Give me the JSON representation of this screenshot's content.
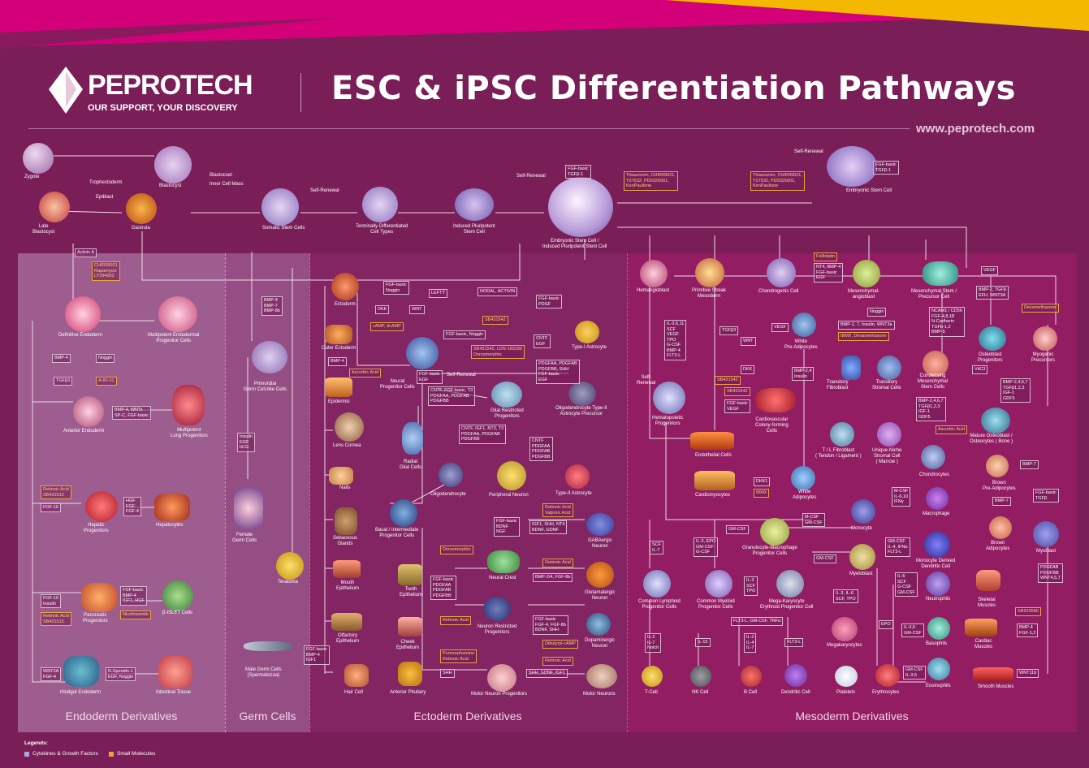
{
  "header": {
    "brand": "PEPROTECH",
    "tagline": "OUR SUPPORT, YOUR DISCOVERY",
    "title": "ESC & iPSC Differentiation Pathways",
    "url": "www.peprotech.com"
  },
  "colors": {
    "background": "#7a1e58",
    "accent_pink": "#d4007a",
    "accent_yellow": "#f5b800",
    "small_molecule": "#e8a63a"
  },
  "sections": [
    "Endoderm Derivatives",
    "Germ Cells",
    "Ectoderm Derivatives",
    "Mesoderm Derivatives"
  ],
  "legend": {
    "title": "Legends:",
    "cytokines": "Cytokines & Growth Factors",
    "small_molecules": "Small Molecules"
  },
  "top": {
    "zygote": "Zygote",
    "late_blastocyst": "Late\nBlastocyst",
    "blastocyst": "Blastocyst",
    "blastocoel": "Blastocoel",
    "inner_cell_mass": "Inner Cell Mass",
    "trophectoderm": "Trophectoderm",
    "epiblast": "Epiblast",
    "gastrula": "Gastrula",
    "somatic": "Somatic Stem Cells",
    "self_renewal": "Self-Renewal",
    "terminal": "Terminally Differentiated\nCell Types",
    "ipsc": "Induced Pluripotent\nStem Cell",
    "esc_center": "Embryonic Stem Cell /\nInduced Pluripotent Stem Cell",
    "esc_right": "Embryonic Stem Cell",
    "fgf_tgf": "FGF-basic\nTGFβ-1",
    "sm_center": "Thiazovivin, CHIR99021,\nY27632, PD0325901,\nKenPaullone",
    "sm_right": "Thiazovivin, CHIR99021,\nY27632, PD0325901,\nKenPaullone"
  },
  "endoderm": {
    "activin": "Activin A",
    "sm1": "CHIR99021\nRapamycin\nLY294002",
    "definitive": "Definitive Endoderm",
    "multipotent": "Multipotent Endodermal\nProgenitor Cells",
    "bmp4": "BMP-4",
    "noggin": "Noggin",
    "tgfb": "TGFβ3",
    "a8301": "A-83-01",
    "anterior": "Anterior Endoderm",
    "anterior_f": "BMP-4, WNTs\nSP-C, FGF-basic",
    "lung": "Multipotent\nLung Progenitors",
    "ra": "Retinoic Acid\nSB431513",
    "fgf10": "FGF-10",
    "hepatic": "Hepatic\nProgenitors",
    "hgf": "HGF\nEGF\nFGF-4",
    "hepatocytes": "Hepatocytes",
    "fgf10b": "FGF-10\nInsulin",
    "ra2": "Retinoic Acid\nSB431513",
    "pancreatic": "Pancreatic\nProgenitors",
    "fgf_basic": "FGF-basic\nBMP-4\nIGF1, HGF",
    "nicotinamide": "Nicotinamide",
    "beta": "β-ISLET Cells",
    "wnt": "WNT3A\nFGF-4",
    "hindgut": "Hindgut Endoderm",
    "rspondin": "R-Spondin-1\nEGF, Noggin",
    "intestinal": "Intestinal Tissue"
  },
  "germ": {
    "bmp": "BMP-4\nBMP-7\nBMP-8b",
    "primordial": "Primordial\nGerm Cell-like Cells",
    "insulin": "Insulin\nEGF\nhCG",
    "female": "Female\nGerm Cells",
    "teratoma": "Teratoma",
    "male": "Male Germ Cells\n(Spermatozoa)"
  },
  "ectoderm": {
    "fgf_noggin": "FGF-basic\nNoggin",
    "lefty": "LEFTY",
    "nodal": "NODAL, ACTIVIN",
    "sb": "SB431542",
    "dkk": "DKK",
    "wnt": "WNT",
    "ectoderm": "Ectoderm",
    "camp": "cAMP, dcAMP",
    "outer": "Outer Ectoderm",
    "fgf_noggin2": "FGF-basic, Noggin",
    "bmp4": "BMP-4",
    "ascorbic": "Ascorbic Acid",
    "epidermis": "Epidermis",
    "egf": "FGF-basic\nEGF",
    "self": "Self-Renewal",
    "neural": "Neural\nProgenitor Cells",
    "sb2": "SB431542, LDN-193189\nDorsomorphin",
    "fgf_pdgf": "FGF-basic\nPDGF",
    "cntf": "CNTF\nEGF",
    "type1": "Type-I Astrocyte",
    "glial_f": "CNTF, FGF-basic, T3\nPDGFAA, PDGFAB\nPDGFBB",
    "glial": "Glial Restricted\nProgenitors",
    "pdgfaa": "PDGFAA, PDGFAB\nPDGFBB, SHH\nFGF-basic\nEGF",
    "oligo_prec": "Oligodendrocyte Type-II\nAstrocyte Precursor",
    "lens": "Lens Cornea",
    "radial": "Radial\nGlial Cells",
    "cntf2": "CNTF, IGF1, NT3, T3\nPDGFAA, PDGFAB\nPDGFBB",
    "pdgf3": "CNTF\nPDGFAA\nPDGFAB\nPDGFBB",
    "nails": "Nails",
    "oligodendrocyte": "Oligodendrocyte",
    "peripheral": "Peripheral Neuron",
    "type2": "Type-II Astrocyte",
    "sebaceous": "Sebaceous\nGlands",
    "basal": "Basal / Intermediate\nProgenitor Cells",
    "fgf_bdnf": "FGF-basic\nBDNF\nNGF",
    "ra_valproic": "Retinoic Acid\nValproic Acid",
    "igf": "IGF1, SHH, NT4\nBDNF, GDNF",
    "gaba": "GABAergic\nNeuron",
    "mouth": "Mouth\nEpithelium",
    "dorso": "Dorsomorphin",
    "crest": "Neural Crest",
    "ra2": "Retinoic Acid",
    "pdgf_tooth": "FGF-basic\nPDGFAA\nPDGFAB\nPDGFBB",
    "tooth": "Tooth\nEpithelium",
    "bmp24": "BMP-2/4, FGF-8b",
    "glut": "Glutamatergic\nNeuron",
    "olfactory": "Olfactory\nEpithelium",
    "ra3": "Retinoic Acid",
    "neuron_rest": "Neuron Restricted\nProgenitors",
    "fgf4": "FGF-basic\nFGF-4, FGF-8b\nBDNF, SHH",
    "dopa": "Dopaminergic\nNeuron",
    "dibutyryl": "Dibutyryl-cAMP",
    "cheek": "Cheek\nEpithelium",
    "fgf_bmp": "FGF-basic\nBMP-4\nIGF1",
    "purmo": "Purmorphamine\nRetinoic Acid",
    "ra4": "Retinoic Acid",
    "shh": "SHH",
    "shh2": "SHH, GDNF, IGF1",
    "hair": "Hair Cell",
    "pituitary": "Anterior Pituitary",
    "motor_prog": "Motor Neuron Progenitors",
    "motor": "Motor Neurons"
  },
  "mesoderm": {
    "hemangioblast": "Hemangioblast",
    "primitive": "Primitive Streak\nMesoderm",
    "chondrogenic": "Chondrogenic Cell",
    "follistatin": "Follistatin",
    "nt4": "NT4, BMP-4\nFGF-basic\nEGF",
    "mesangio": "Mesenchymal-\nangioblast",
    "msc": "Mesenchymal Stem /\nPrecursor Cell",
    "vegf": "VEGF",
    "il3": "IL-3,6,11\nSCF\nVEGF\nTPO\nG-CSF\nBMP-4\nFLT3-L",
    "tgfb3": "TGFβ3",
    "wnt": "WNT",
    "dkk": "DKK",
    "vegf2": "VEGF",
    "white_pre": "White\nPre-Adipocytes",
    "noggin": "Noggin",
    "bmp27": "BMP-2, 7, Insulin, WNT3a",
    "ibmx": "IBMX, Dexamethasone",
    "ncam": "NCAM1 / CD56\nFGF-4,8,18\nN-Cadherin\nTGFb-1,2\nBMP-5",
    "bmp2": "BMP-2, TGFβ\nEFH, WNT3A",
    "dexa": "Dexamethasone",
    "osteo_prog": "Osteoblast\nProgenitors",
    "myogenic": "Myogenic\nPrecursors",
    "self": "Self-\nRenewal",
    "hemato": "Hematopoietic\nProgenitors",
    "sb": "SB431542",
    "sb2": "SB431542",
    "fgf_vegf": "FGF-basic\nVEGF",
    "bmp24": "BMP-2,4\nInsulin",
    "trans_fib": "Transitory\nFibroblast",
    "trans_str": "Transitory\nStromal Cells",
    "condensing": "Condensing\nMesenchymal\nStem Cells",
    "vitc": "VitC3",
    "cardio_col": "Cardiovascular\nColony-forming\nCells",
    "bmp_ap": "BMP-2,4,6,7\nTGFβ1,2,3\nIGF-1\nGDF5",
    "ascorbic": "Ascorbic Acid",
    "mature_osteo": "Mature Osteoblast /\nOsteocytes ( Bone )",
    "endothelial": "Endothelial Cells",
    "tl_fib": "T / L Fibroblast\n( Tendon / Ligament )",
    "niche": "Unique-Niche\nStromal Cell\n( Marrow )",
    "chondrocytes": "Chondrocytes",
    "bmp7": "BMP-7",
    "brown_pre": "Brown\nPre-Adipocytes",
    "dkk1": "DKK1",
    "ibmx2": "IBMX",
    "cardiomyocytes": "Cardiomyocytes",
    "white": "White\nAdipocytes",
    "fgf_tgfb": "FGF-basic\nTGFβ",
    "mcsf": "M-CSF\nIL-6,10\nIFNγ",
    "macrophage": "Macrophage",
    "brown": "Brown\nAdipocytes",
    "gmcsf": "GM-CSF",
    "mcsf2": "M-CSF\nGM-CSF",
    "monocyte": "Monocyte",
    "gran": "Granulocyte-Macrophage\nProgenitor Cells",
    "gmcsf2": "GM-CSF\nIL-4, IFNα\nFLT3-L",
    "dendritic_mono": "Monocyte Derived\nDendritic Cell",
    "myoblast": "Myoblast",
    "scf": "SCF\nIL-7",
    "il3epo": "IL-3, EPO\nGM-CSF\nG-CSF",
    "gmcsf3": "GM-CSF",
    "myeloblast": "Myeloblast",
    "il6": "IL-6\nSCF\nG-CSF\nGM-CSF",
    "pdgfab": "PDGFAB\nPDGFBB\nWNT4,5,7",
    "il3scf": "IL-3\nSCF\nTPO",
    "lymphoid": "Common Lymphoid\nProgenitor Cells",
    "myeloid": "Common Myeloid\nProgenitor Cells",
    "mega_prog": "Mega-Karyocyte\nErythroid Progenitor Cell",
    "neutrophils": "Neutrophils",
    "skeletal": "Skeletal\nMuscles",
    "il3_6": "IL-3, IL-6\nSCF, TPO",
    "flt3": "FLT3-L, GM-CSF, TNFα",
    "sb2035": "SB203580",
    "il7": "IL-2\nIL-7\nNotch",
    "il15": "IL-15",
    "il2": "IL-2\nIL-4\nIL-7",
    "flt3b": "FLT3-L",
    "epo": "EPO",
    "il35": "IL-3,5\nGM-CSF",
    "megakaryocytes": "Megakaryocytes",
    "basophils": "Basophils",
    "cardiac": "Cardiac\nMuscles",
    "bmp4_fgf": "BMP-4\nFGF-1,2",
    "gmcsf_il3": "GM-CSF\nIL-3,5",
    "wnt11": "WNT11b",
    "tcell": "T-Cell",
    "nk": "NK Cell",
    "bcell": "B Cell",
    "dendritic": "Dendritic Cell",
    "platelets": "Platelets",
    "erythrocytes": "Erythrocytes",
    "eosinophils": "Eosinophils",
    "smooth": "Smooth Muscles"
  }
}
